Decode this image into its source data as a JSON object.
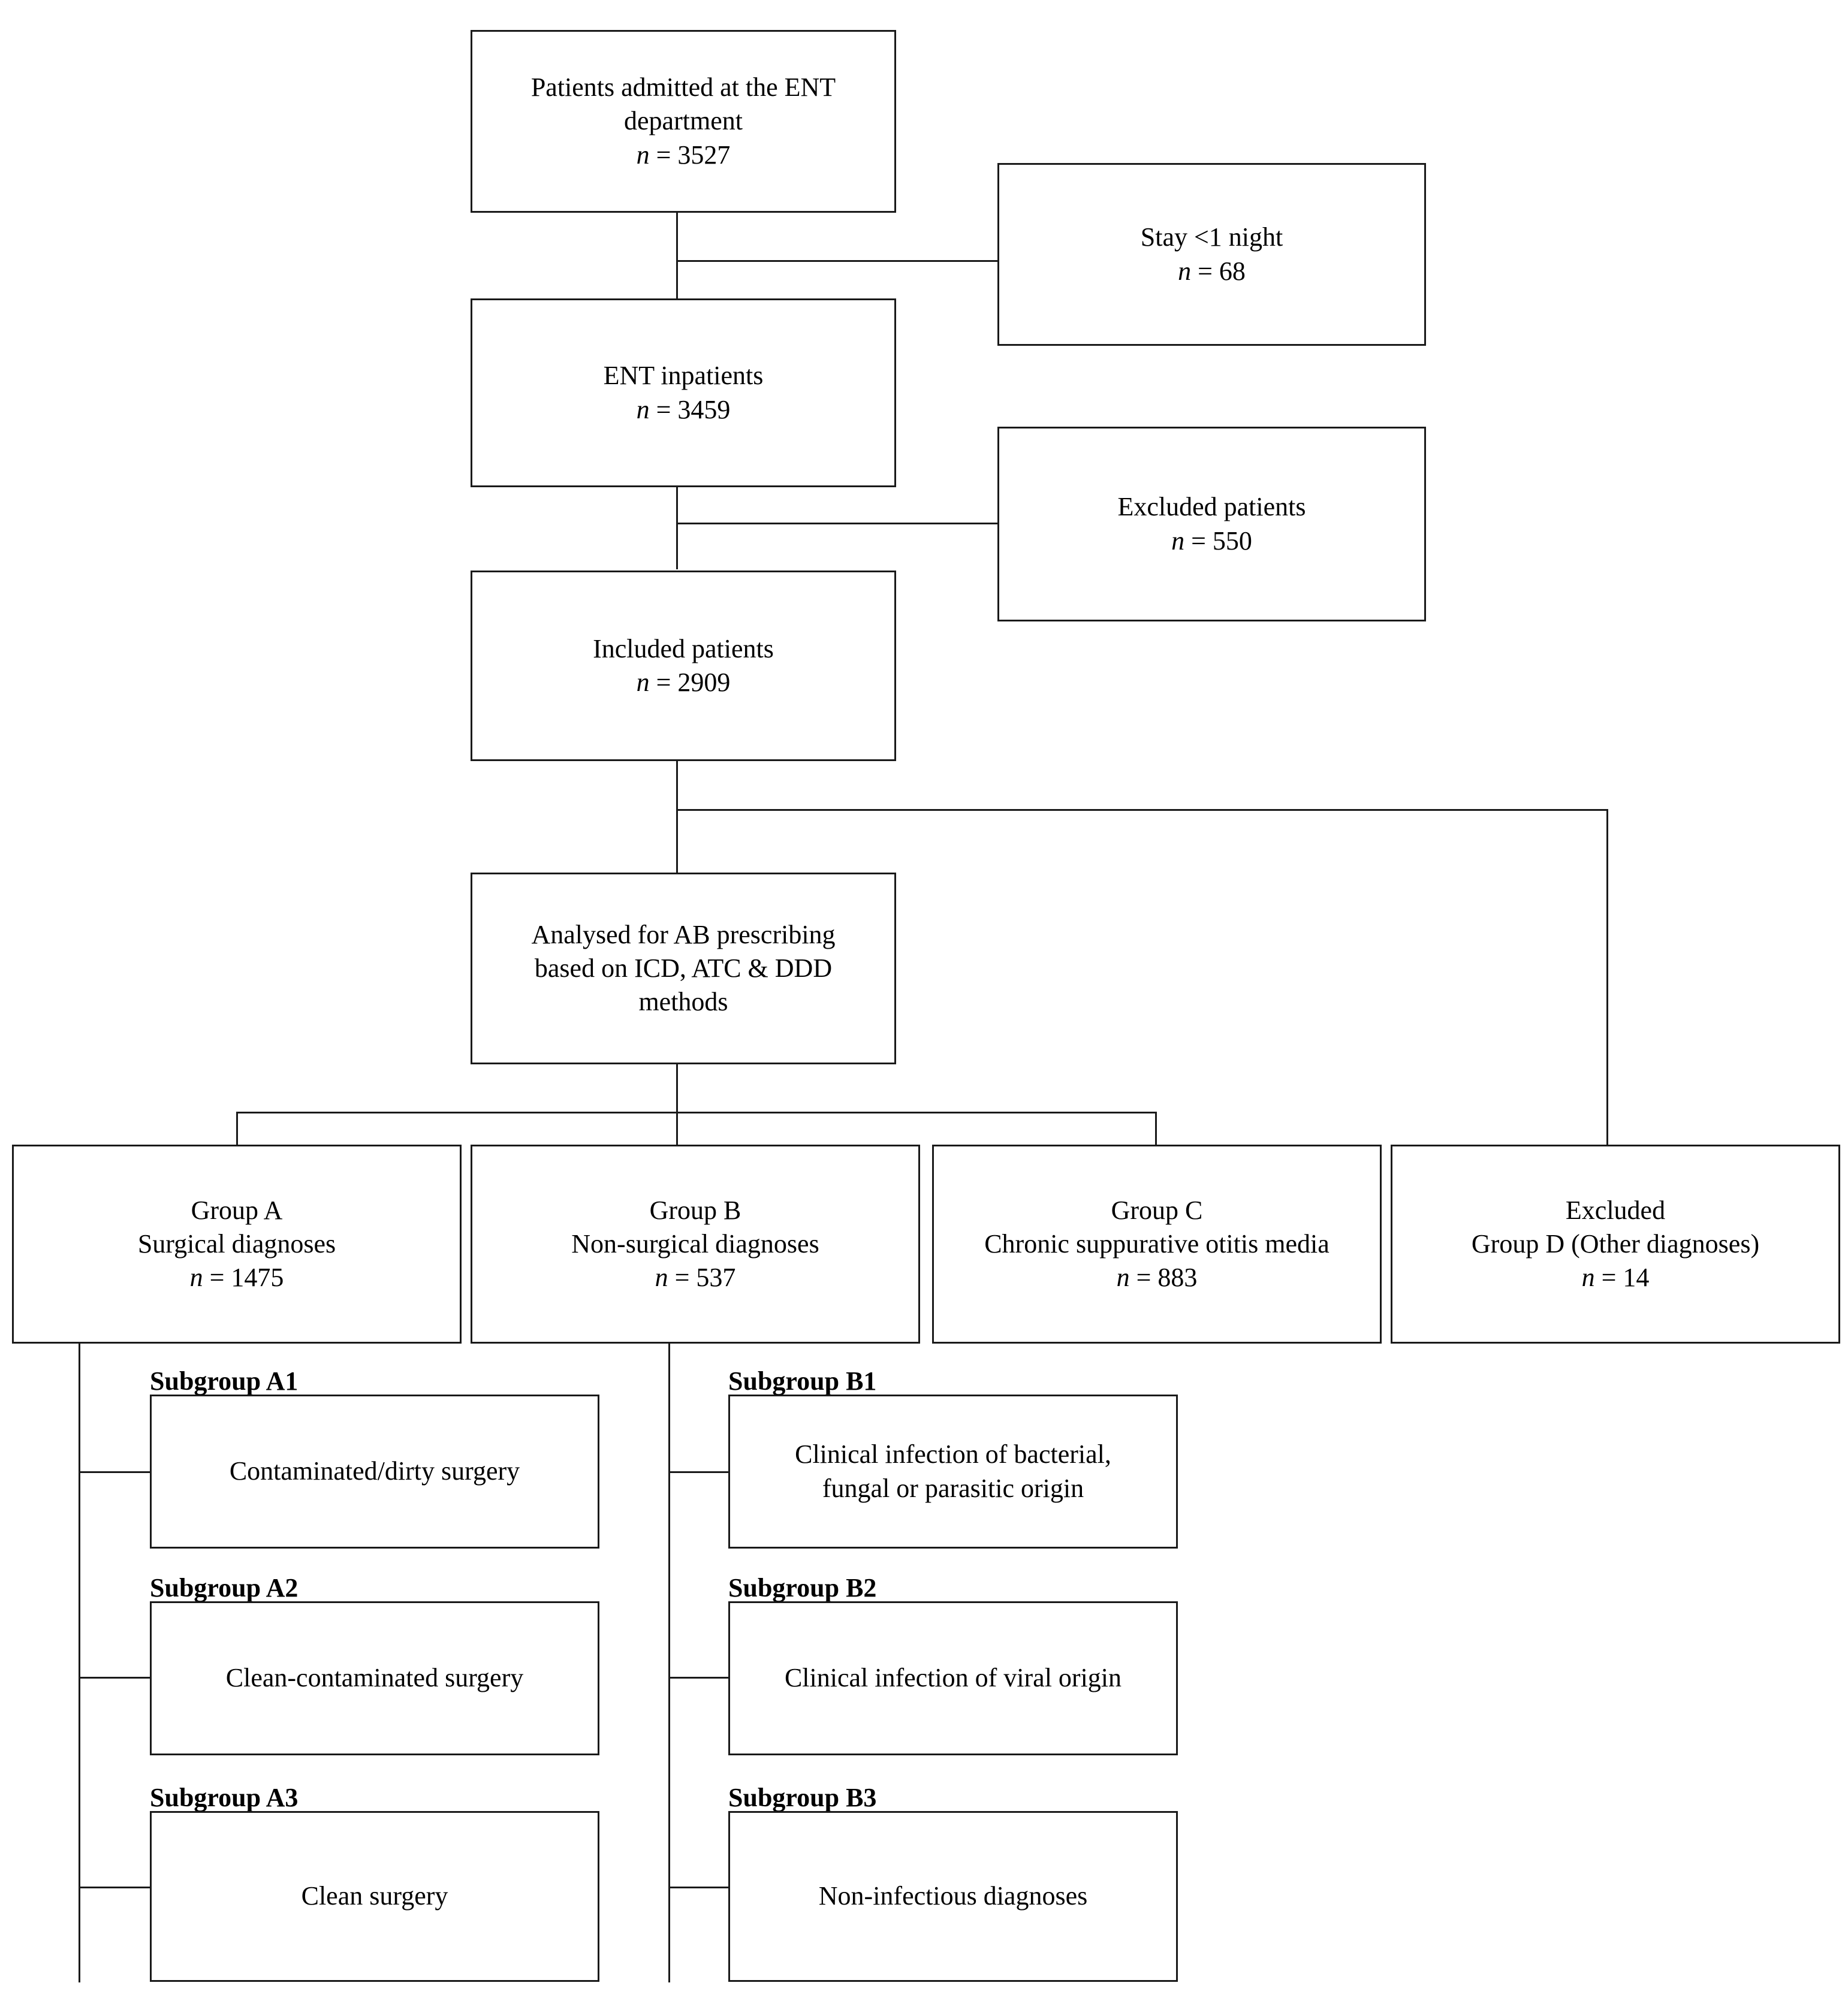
{
  "figure": {
    "type": "flowchart",
    "title": "Patient selection and classification flow for antibiotic prescribing analysis in an ENT department"
  },
  "nodes": {
    "admitted": {
      "line1": "Patients admitted at the  ENT",
      "line2": "department",
      "n_label": "n",
      "n_eq": " = 3527",
      "n_value": 3527
    },
    "inpatients": {
      "line1": "ENT inpatients",
      "n_label": "n",
      "n_eq": " = 3459",
      "n_value": 3459
    },
    "included": {
      "line1": "Included patients",
      "n_label": "n",
      "n_eq": " = 2909",
      "n_value": 2909
    },
    "analysed": {
      "line1": "Analysed for AB prescribing",
      "line2": "based on ICD, ATC & DDD",
      "line3": "methods"
    },
    "stay": {
      "line1": "Stay <1 night",
      "n_label": "n",
      "n_eq": " = 68",
      "n_value": 68
    },
    "excluded_patients": {
      "line1": "Excluded patients",
      "n_label": "n",
      "n_eq": " = 550",
      "n_value": 550
    },
    "group_a": {
      "line1": "Group A",
      "line2": "Surgical  diagnoses",
      "n_label": "n",
      "n_eq": " = 1475",
      "n_value": 1475
    },
    "group_b": {
      "line1": "Group B",
      "line2": "Non-surgical diagnoses",
      "n_label": "n",
      "n_eq": " = 537",
      "n_value": 537
    },
    "group_c": {
      "line1": "Group C",
      "line2": "Chronic suppurative otitis media",
      "n_label": "n",
      "n_eq": " = 883",
      "n_value": 883
    },
    "group_d": {
      "line1": "Excluded",
      "line2": "Group D (Other diagnoses)",
      "n_label": "n",
      "n_eq": " = 14",
      "n_value": 14
    },
    "a1": {
      "caption": "Subgroup A1",
      "line1": "Contaminated/dirty surgery"
    },
    "a2": {
      "caption": "Subgroup A2",
      "line1": "Clean-contaminated surgery"
    },
    "a3": {
      "caption": "Subgroup A3",
      "line1": "Clean surgery"
    },
    "b1": {
      "caption": "Subgroup B1",
      "line1": "Clinical infection of bacterial,",
      "line2": "fungal or  parasitic origin"
    },
    "b2": {
      "caption": "Subgroup B2",
      "line1": "Clinical infection of viral origin"
    },
    "b3": {
      "caption": "Subgroup B3",
      "line1": "Non-infectious diagnoses"
    }
  },
  "colors": {
    "stroke": "#1a1a1a",
    "background": "#ffffff",
    "text": "#000000"
  }
}
